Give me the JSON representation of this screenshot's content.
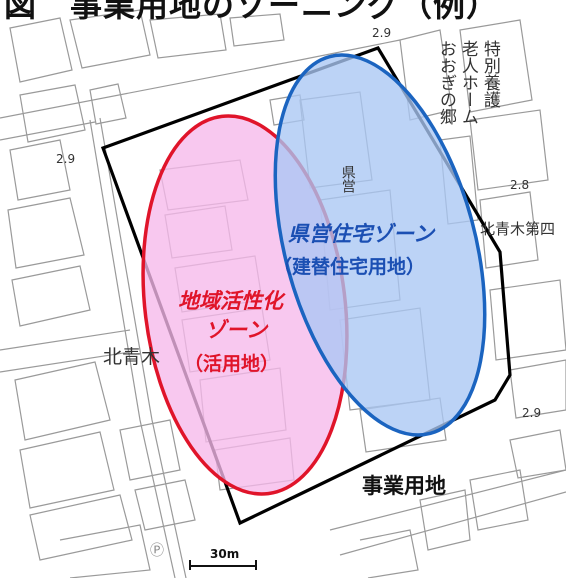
{
  "title": "図　事業用地のゾーニング（例）",
  "map_labels": {
    "facility_top": "特別養護",
    "facility_line2": "老人ホーム",
    "facility_line3": "おおぎの郷",
    "prefectural_vertical": "県営",
    "kitaaoki_west": "北青木",
    "kitaaoki_east": "北青木第四",
    "height_1": "2.9",
    "height_2": "2.9",
    "height_3": "2.8",
    "height_4": "2.9",
    "circle_p": "Ⓟ"
  },
  "zones": {
    "revitalization": {
      "name_line1": "地域活性化",
      "name_line2": "ゾーン",
      "sub": "（活用地）",
      "color": "#e0142a",
      "fill": "#f6b9ea"
    },
    "prefectural_housing": {
      "name": "県営住宅ゾーン",
      "sub": "（建替住宅用地）",
      "color": "#1b64c0",
      "fill": "#a9c6f4"
    }
  },
  "site_label": "事業用地",
  "scale_bar": {
    "label": "30m"
  },
  "colors": {
    "site_boundary": "#000000",
    "base_map_lines": "#9a9a9a",
    "ellipse_red": "#e0142a",
    "ellipse_blue": "#1b64c0"
  }
}
